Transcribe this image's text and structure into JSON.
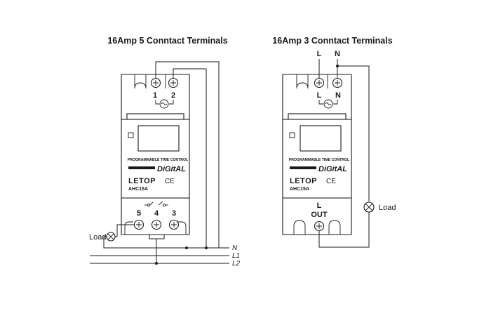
{
  "diagrams": {
    "left": {
      "title": "16Amp 5 Conntact Terminals",
      "top_terminals": [
        "1",
        "2"
      ],
      "bottom_terminals": [
        "5",
        "4",
        "3"
      ],
      "panel_caption": "PROGRAMMABLE TIME CONTROL",
      "series": "DiGitAL",
      "brand": "LETOP",
      "cert": "CE",
      "model": "AHC15A",
      "load_label": "Load",
      "wire_labels": [
        "N",
        "L1",
        "L2"
      ]
    },
    "right": {
      "title": "16Amp 3 Conntact Terminals",
      "top_labels": [
        "L",
        "N"
      ],
      "top_terminals": [
        "L",
        "N"
      ],
      "panel_caption": "PROGRAMMABLE TIME CONTROL",
      "series": "DiGitAL",
      "brand": "LETOP",
      "cert": "CE",
      "model": "AHC15A",
      "out_label_top": "L",
      "out_label_bottom": "OUT",
      "load_label": "Load"
    }
  }
}
